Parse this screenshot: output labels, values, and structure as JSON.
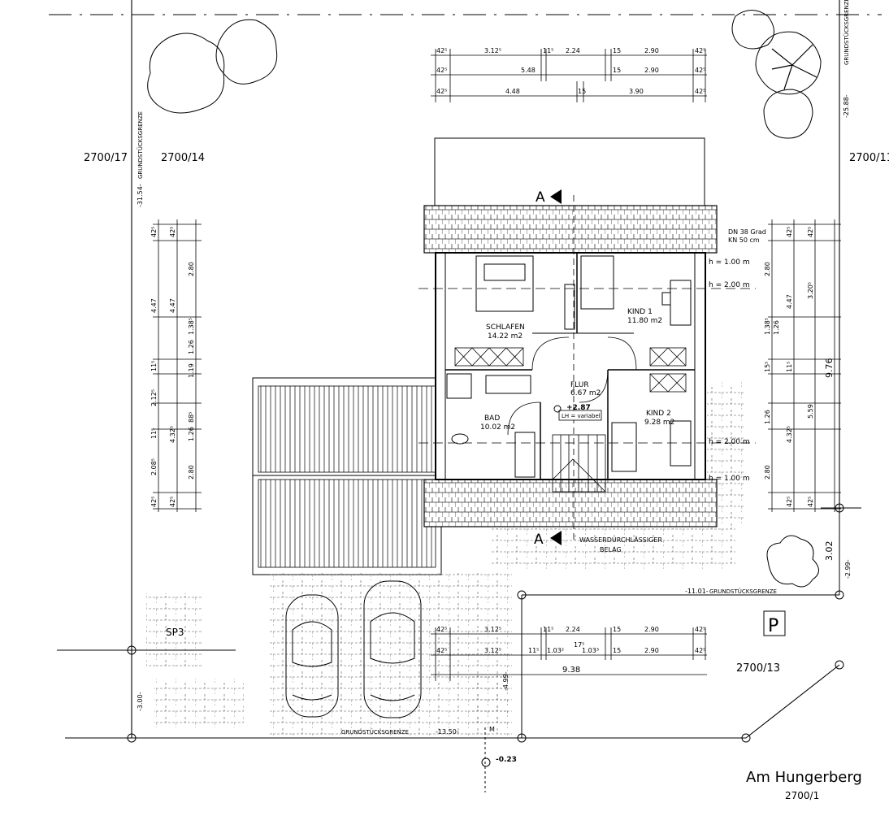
{
  "parcels": {
    "p_2700_17": "2700/17",
    "p_2700_14": "2700/14",
    "p_2700_11": "2700/11",
    "p_2700_13": "2700/13",
    "p_2700_1": "2700/1"
  },
  "street": "Am Hungerberg",
  "boundary": {
    "label": "GRUNDSTÜCKSGRENZE",
    "left_len": "-31.54-",
    "right_len": "-25.88-",
    "bottom_len": "-13.50-",
    "mid_len": "-11.01-",
    "right_short": "-2.99-",
    "left_short": "-3.00-",
    "small_len": "-4.99-"
  },
  "rooms": {
    "schlafen": {
      "name": "SCHLAFEN",
      "area": "14.22 m2"
    },
    "kind1": {
      "name": "KIND 1",
      "area": "11.80 m2"
    },
    "flur": {
      "name": "FLUR",
      "area": "6.67 m2"
    },
    "bad": {
      "name": "BAD",
      "area": "10.02 m2"
    },
    "kind2": {
      "name": "KIND 2",
      "area": "9.28 m2"
    }
  },
  "annotations": {
    "roof_pitch": "DN 38 Grad",
    "roof_kn": "KN 50 cm",
    "h100_top": "h = 1.00 m",
    "h200_top": "h = 2.00 m",
    "h200_bot": "h = 2.00 m",
    "h100_bot": "h = 1.00 m",
    "level": "+2.87",
    "lh": "LH = variabel",
    "ground_level": "-0.23",
    "wasser1": "WASSERDURCHLÄSSIGER",
    "wasser2": "BELAG",
    "section": "A",
    "parking": "P",
    "sp3": "SP3",
    "m": "M"
  },
  "dimensions": {
    "top_row1": [
      "42⁵",
      "3.12⁵",
      "11⁵",
      "2.24",
      "15",
      "2.90",
      "42⁵"
    ],
    "top_row2": [
      "42⁵",
      "5.48",
      "15",
      "2.90",
      "42⁵"
    ],
    "top_row3": [
      "42⁵",
      "4.48",
      "15",
      "3.90",
      "42⁵"
    ],
    "bottom_row1": [
      "42⁵",
      "3.12⁵",
      "11⁵",
      "2.24",
      "15",
      "2.90",
      "42⁵"
    ],
    "bottom_row2": [
      "42⁵",
      "3.12⁵",
      "11⁵",
      "1.03²",
      "17⁵",
      "1.03³",
      "15",
      "2.90",
      "42⁵"
    ],
    "bottom_total": "9.38",
    "left_col1": [
      "42⁵",
      "4.47",
      "11⁵",
      "2.12⁵",
      "11⁵",
      "2.08⁵",
      "42⁵"
    ],
    "left_col2": [
      "42⁵",
      "4.47",
      "4.32⁵",
      "42⁵"
    ],
    "left_col3": [
      "2.80",
      "1.38⁵",
      "1.26",
      "1.19",
      "88⁵",
      "1.26",
      "2.80"
    ],
    "right_col1": [
      "2.80",
      "1.38⁵",
      "1.26",
      "15⁵",
      "1.26",
      "2.80"
    ],
    "right_col2": [
      "42⁵",
      "4.47",
      "11⁵",
      "4.32⁵",
      "42⁵"
    ],
    "right_col3": [
      "42⁵",
      "3.20⁵",
      "5.59",
      "42⁵"
    ],
    "right_total": "9.76",
    "site_right": "3.02"
  }
}
